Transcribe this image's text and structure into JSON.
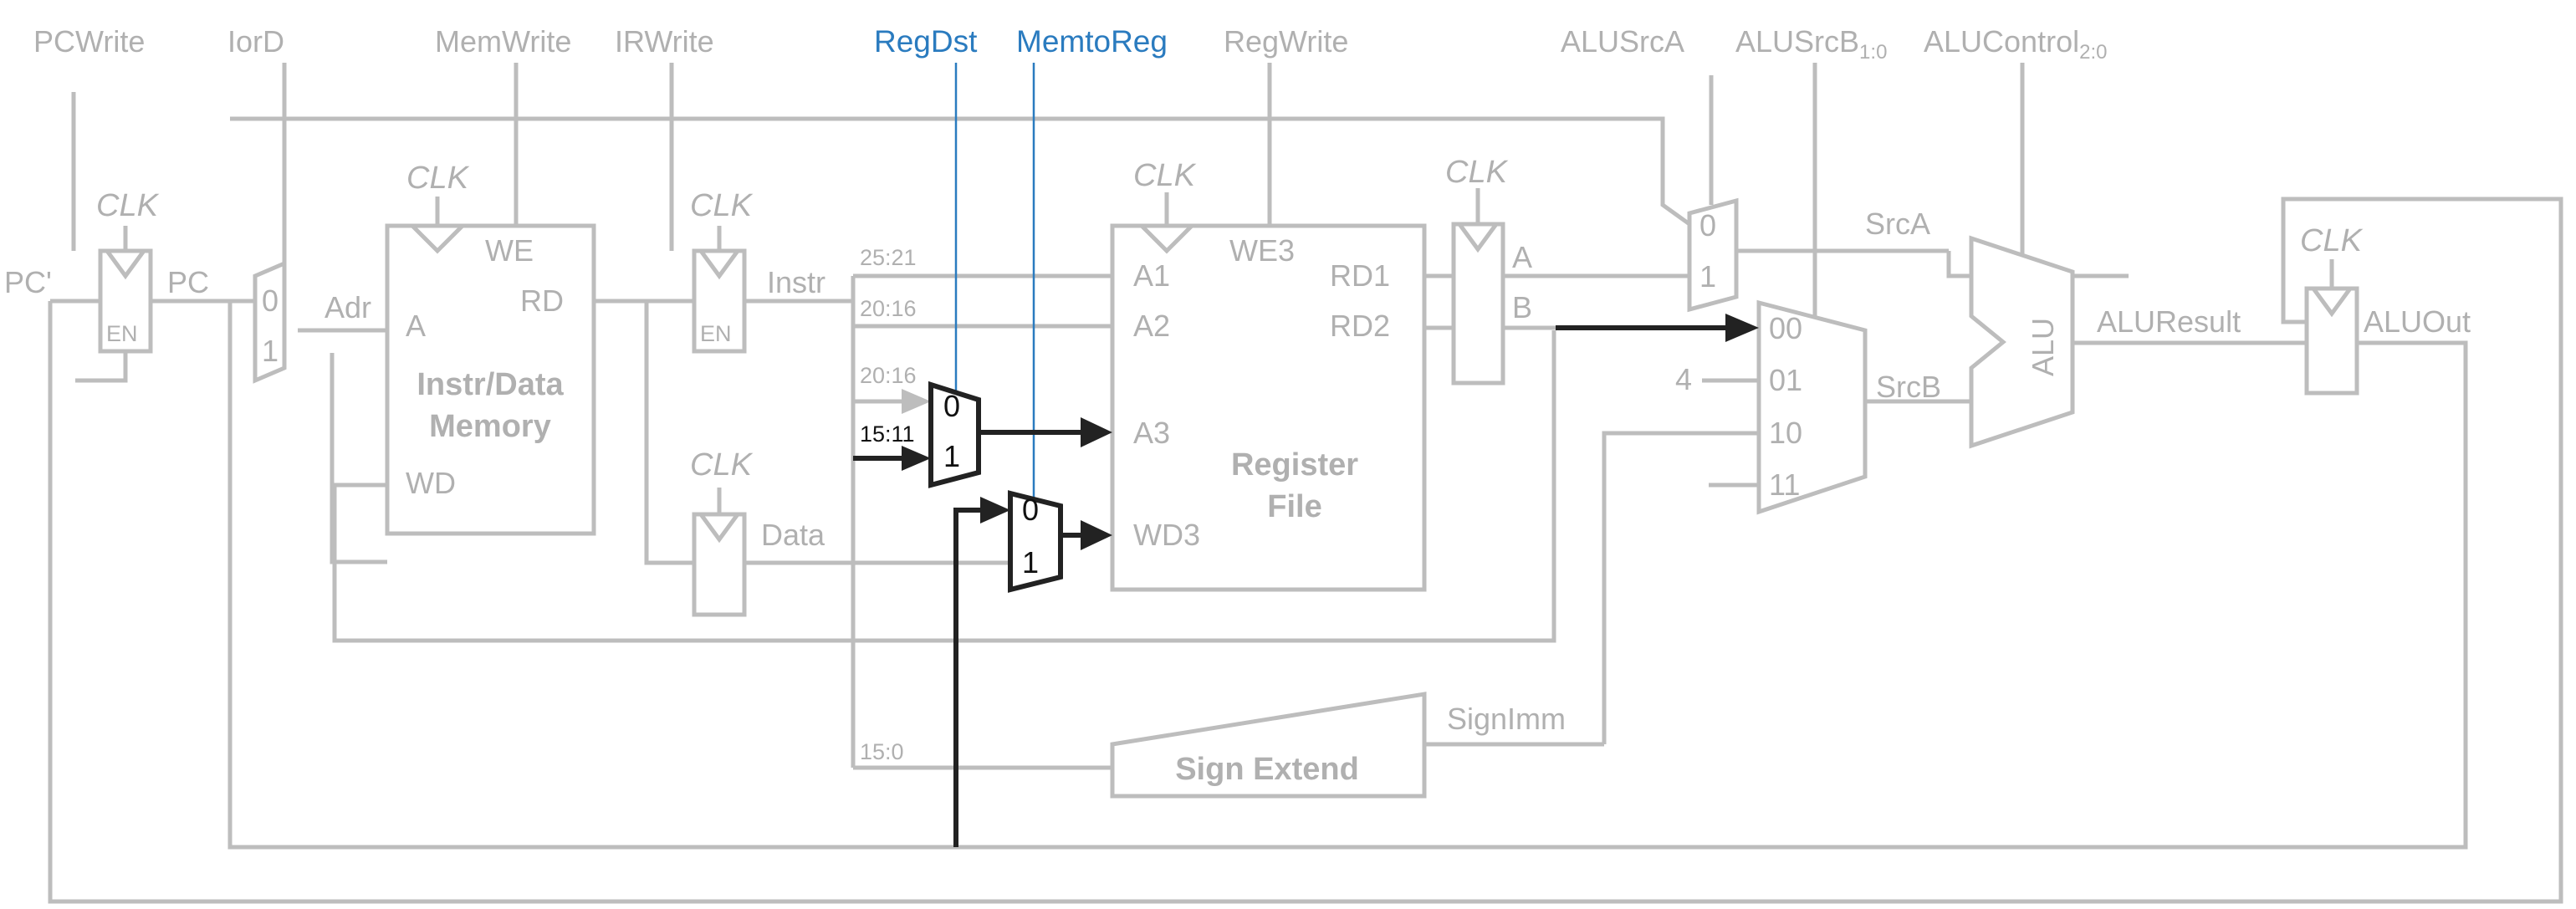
{
  "signals": {
    "pcwrite": "PCWrite",
    "iord": "IorD",
    "memwrite": "MemWrite",
    "irwrite": "IRWrite",
    "regdst": "RegDst",
    "memtoreg": "MemtoReg",
    "regwrite": "RegWrite",
    "alusrca": "ALUSrcA",
    "alusrcb": "ALUSrcB",
    "alusrcb_sub": "1:0",
    "alucontrol": "ALUControl",
    "alucontrol_sub": "2:0"
  },
  "clk": "CLK",
  "wires": {
    "pc_prime": "PC'",
    "pc": "PC",
    "adr": "Adr",
    "instr": "Instr",
    "data": "Data",
    "srca": "SrcA",
    "srcb": "SrcB",
    "aluresult": "ALUResult",
    "aluout": "ALUOut",
    "signimm": "SignImm",
    "four": "4"
  },
  "fields": {
    "f25_21": "25:21",
    "f20_16a": "20:16",
    "f20_16b": "20:16",
    "f15_11": "15:11",
    "f15_0": "15:0"
  },
  "memory": {
    "title_1": "Instr/Data",
    "title_2": "Memory",
    "port_a": "A",
    "port_rd": "RD",
    "port_we": "WE",
    "port_wd": "WD"
  },
  "register_file": {
    "title_1": "Register",
    "title_2": "File",
    "a1": "A1",
    "a2": "A2",
    "a3": "A3",
    "wd3": "WD3",
    "we3": "WE3",
    "rd1": "RD1",
    "rd2": "RD2"
  },
  "registers": {
    "en": "EN",
    "a": "A",
    "b": "B"
  },
  "mux": {
    "in0": "0",
    "in1": "1",
    "in00": "00",
    "in01": "01",
    "in10": "10",
    "in11": "11"
  },
  "alu_label": "ALU",
  "sign_extend": "Sign Extend",
  "colors": {
    "inactive": "#bdbdbd",
    "active": "#222222",
    "control_highlight": "#2a7bbf"
  }
}
